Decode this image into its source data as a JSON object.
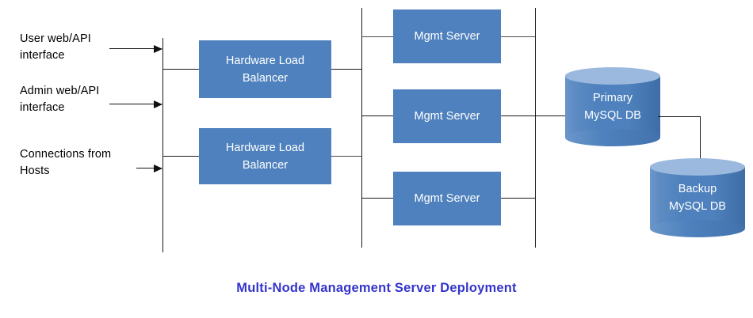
{
  "diagram": {
    "caption": "Multi-Node Management Server Deployment",
    "caption_color": "#3333cc",
    "node_fill": "#4e81bd",
    "node_text_color": "#ffffff",
    "cylinder_top_color": "#9bb8de",
    "line_color": "#1a1a1a",
    "background": "#ffffff",
    "inputs": [
      {
        "id": "user-interface",
        "label": "User web/API\ninterface"
      },
      {
        "id": "admin-interface",
        "label": "Admin web/API\ninterface"
      },
      {
        "id": "host-connections",
        "label": "Connections from\nHosts"
      }
    ],
    "load_balancers": [
      {
        "id": "load-balancer-1",
        "label": "Hardware Load\nBalancer"
      },
      {
        "id": "load-balancer-2",
        "label": "Hardware Load\nBalancer"
      }
    ],
    "mgmt_servers": [
      {
        "id": "mgmt-server-1",
        "label": "Mgmt Server"
      },
      {
        "id": "mgmt-server-2",
        "label": "Mgmt Server"
      },
      {
        "id": "mgmt-server-3",
        "label": "Mgmt Server"
      }
    ],
    "databases": [
      {
        "id": "primary-database",
        "label": "Primary\nMySQL DB"
      },
      {
        "id": "backup-database",
        "label": "Backup\nMySQL DB"
      }
    ]
  }
}
